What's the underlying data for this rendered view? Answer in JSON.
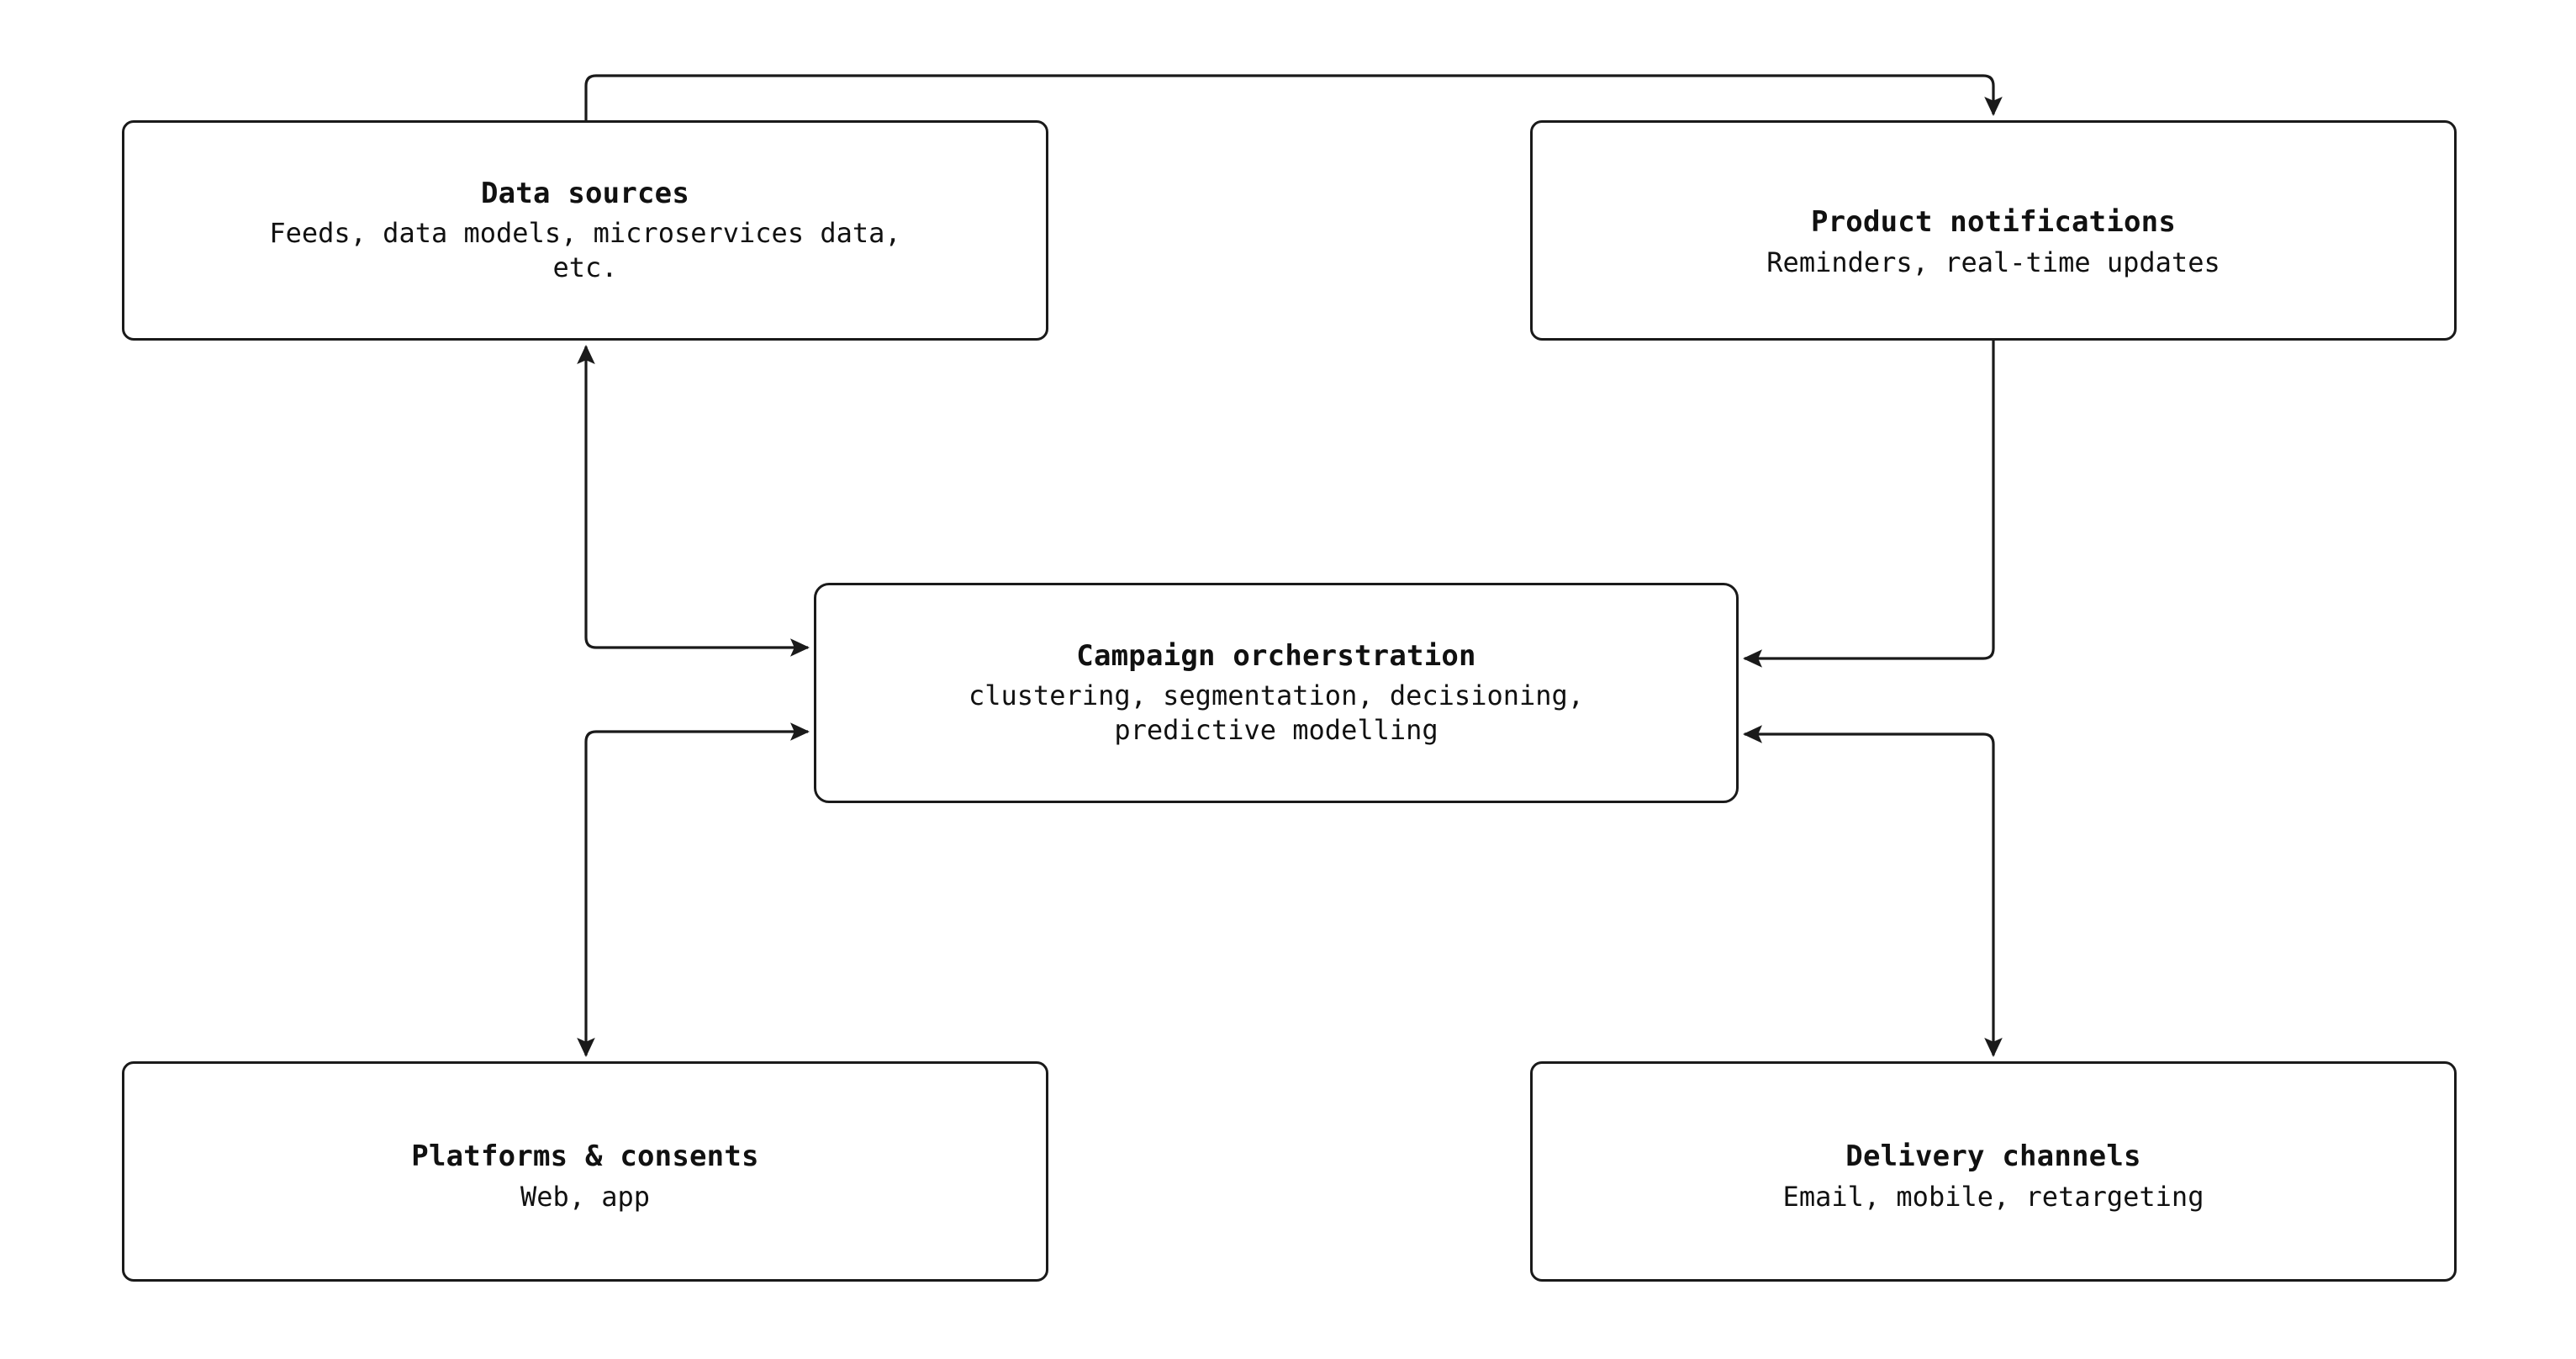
{
  "diagram": {
    "type": "flow-diagram",
    "background_color": "#ffffff",
    "stroke_color": "#1a1a1a",
    "text_color": "#111111",
    "nodes": [
      {
        "id": "data-sources",
        "title": "Data sources",
        "subtitle": "Feeds, data models, microservices data,\netc."
      },
      {
        "id": "product-notifications",
        "title": "Product notifications",
        "subtitle": "Reminders, real-time updates"
      },
      {
        "id": "campaign-orchestration",
        "title": "Campaign orcherstration",
        "subtitle": "clustering, segmentation, decisioning,\npredictive modelling"
      },
      {
        "id": "platforms-consents",
        "title": "Platforms & consents",
        "subtitle": "Web, app"
      },
      {
        "id": "delivery-channels",
        "title": "Delivery channels",
        "subtitle": "Email, mobile, retargeting"
      }
    ],
    "edges": [
      {
        "id": "edge-data-sources-to-product-notifications",
        "from": "data-sources",
        "to": "product-notifications",
        "arrowheads": "end"
      },
      {
        "id": "edge-data-sources-campaign-orchestration",
        "from": "data-sources",
        "to": "campaign-orchestration",
        "arrowheads": "both"
      },
      {
        "id": "edge-campaign-orchestration-platforms-consents",
        "from": "campaign-orchestration",
        "to": "platforms-consents",
        "arrowheads": "both"
      },
      {
        "id": "edge-product-notifications-to-campaign-orchestration",
        "from": "product-notifications",
        "to": "campaign-orchestration",
        "arrowheads": "end"
      },
      {
        "id": "edge-campaign-orchestration-delivery-channels",
        "from": "campaign-orchestration",
        "to": "delivery-channels",
        "arrowheads": "both"
      }
    ]
  }
}
